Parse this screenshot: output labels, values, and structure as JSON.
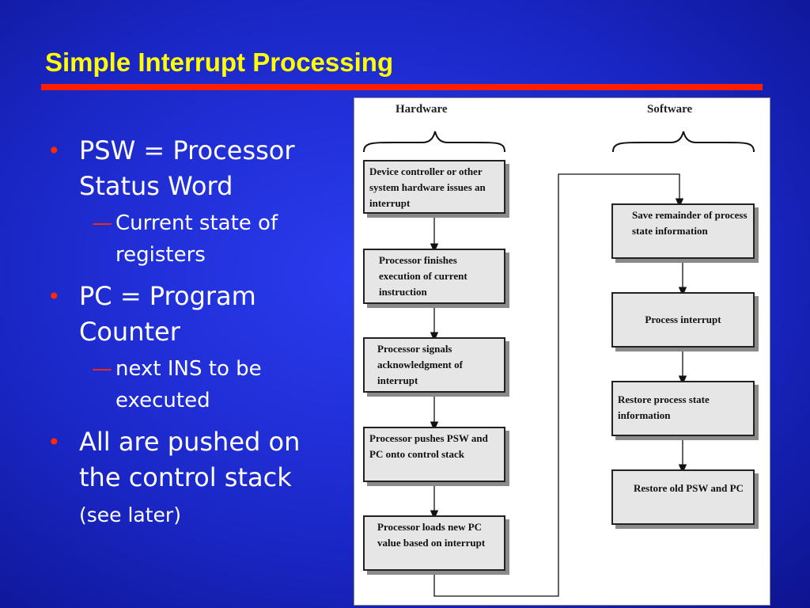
{
  "title": "Simple Interrupt Processing",
  "bullets": [
    {
      "text": "PSW = Processor Status Word",
      "sub": "Current state of registers"
    },
    {
      "text": "PC = Program Counter",
      "sub": "next INS to be executed"
    },
    {
      "text": "All are pushed on the control stack",
      "suffix": "(see later)"
    }
  ],
  "diagram": {
    "hardware_label": "Hardware",
    "software_label": "Software",
    "hardware_steps": [
      "Device controller or other system hardware issues an interrupt",
      "Processor finishes execution of current instruction",
      "Processor signals acknowledgment of interrupt",
      "Processor pushes PSW and PC onto control stack",
      "Processor loads new PC value based on interrupt"
    ],
    "software_steps": [
      "Save remainder of process state information",
      "Process interrupt",
      "Restore process state information",
      "Restore old PSW and PC"
    ]
  },
  "colors": {
    "title": "#ffff00",
    "accent": "#ff2a00",
    "text": "#ffffff"
  }
}
